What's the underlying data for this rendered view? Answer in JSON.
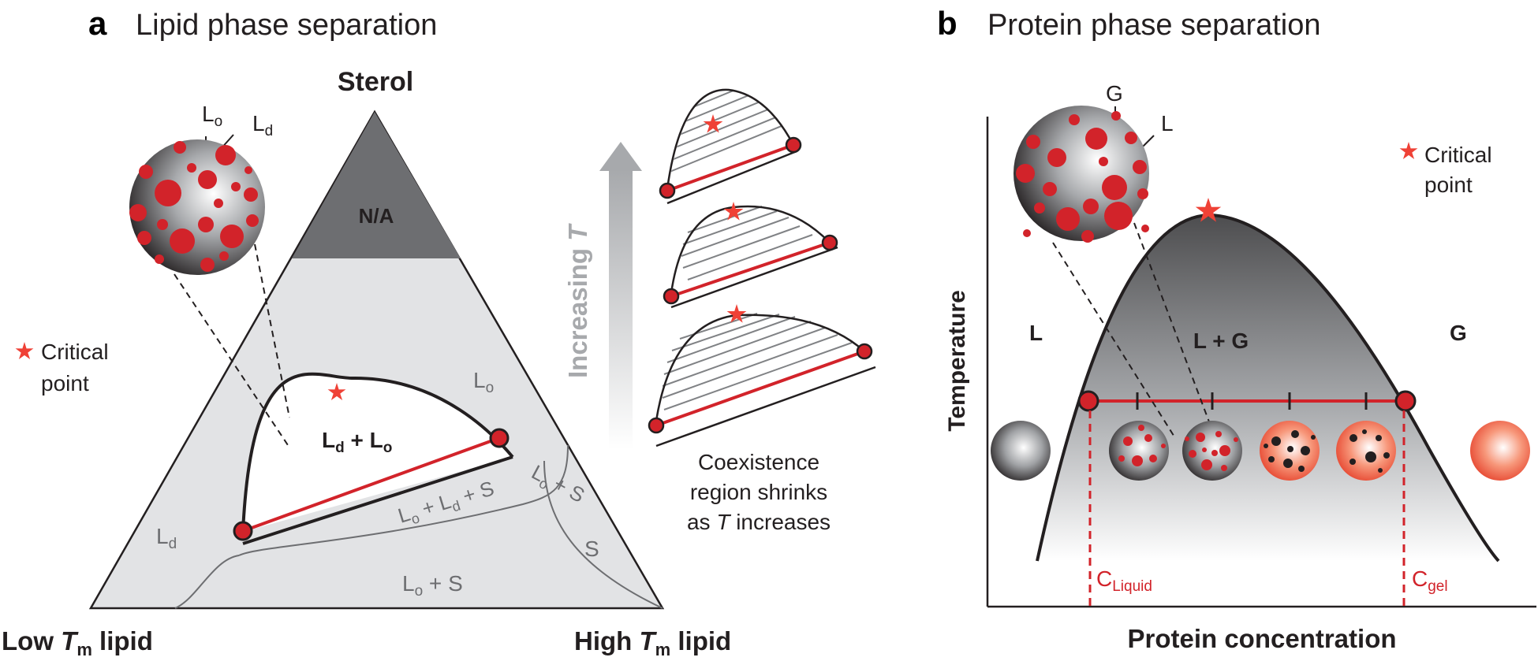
{
  "panel_a": {
    "letter": "a",
    "title": "Lipid phase separation",
    "apex_label": "Sterol",
    "na_label": "N/A",
    "left_axis": {
      "pre": "Low ",
      "italic": "T",
      "sub": "m",
      "post": " lipid"
    },
    "right_axis": {
      "pre": "High ",
      "italic": "T",
      "sub": "m",
      "post": " lipid"
    },
    "critical_point_legend": [
      "Critical",
      "point"
    ],
    "regions": {
      "lo": {
        "main": "L",
        "sub": "o"
      },
      "ld": {
        "main": "L",
        "sub": "d"
      },
      "ld_lo": {
        "a": "L",
        "a_sub": "d",
        "mid": " + L",
        "b_sub": "o"
      },
      "lo_ld_s": {
        "a": "L",
        "a_sub": "o",
        "mid": " + L",
        "b_sub": "d",
        "end": " + S"
      },
      "lo_s_upper": {
        "a": "L",
        "a_sub": "o",
        "end": " + S"
      },
      "lo_s_lower": {
        "a": "L",
        "a_sub": "o",
        "end": " + S"
      },
      "s": "S"
    },
    "vesicle_labels": {
      "lo": {
        "main": "L",
        "sub": "o"
      },
      "ld": {
        "main": "L",
        "sub": "d"
      }
    },
    "temperature_arrow": {
      "text": "Increasing ",
      "italic": "T"
    },
    "caption": {
      "line1": "Coexistence",
      "line2": "region shrinks",
      "line3_pre": "as ",
      "line3_italic": "T",
      "line3_post": " increases"
    }
  },
  "panel_b": {
    "letter": "b",
    "title": "Protein phase separation",
    "y_axis_label": "Temperature",
    "x_axis_label": "Protein concentration",
    "regions": {
      "left": "L",
      "middle": "L + G",
      "right": "G"
    },
    "vesicle_labels": {
      "g": "G",
      "l": "L"
    },
    "critical_point_legend": [
      "Critical",
      "point"
    ],
    "c_liquid": {
      "main": "C",
      "sub": "Liquid"
    },
    "c_gel": {
      "main": "C",
      "sub": "gel"
    }
  },
  "colors": {
    "red": "#d2232a",
    "star": "#ef4136",
    "triangle_fill": "#e2e3e5",
    "na_fill": "#6d6e71",
    "dashed_red": "#d2232a"
  }
}
